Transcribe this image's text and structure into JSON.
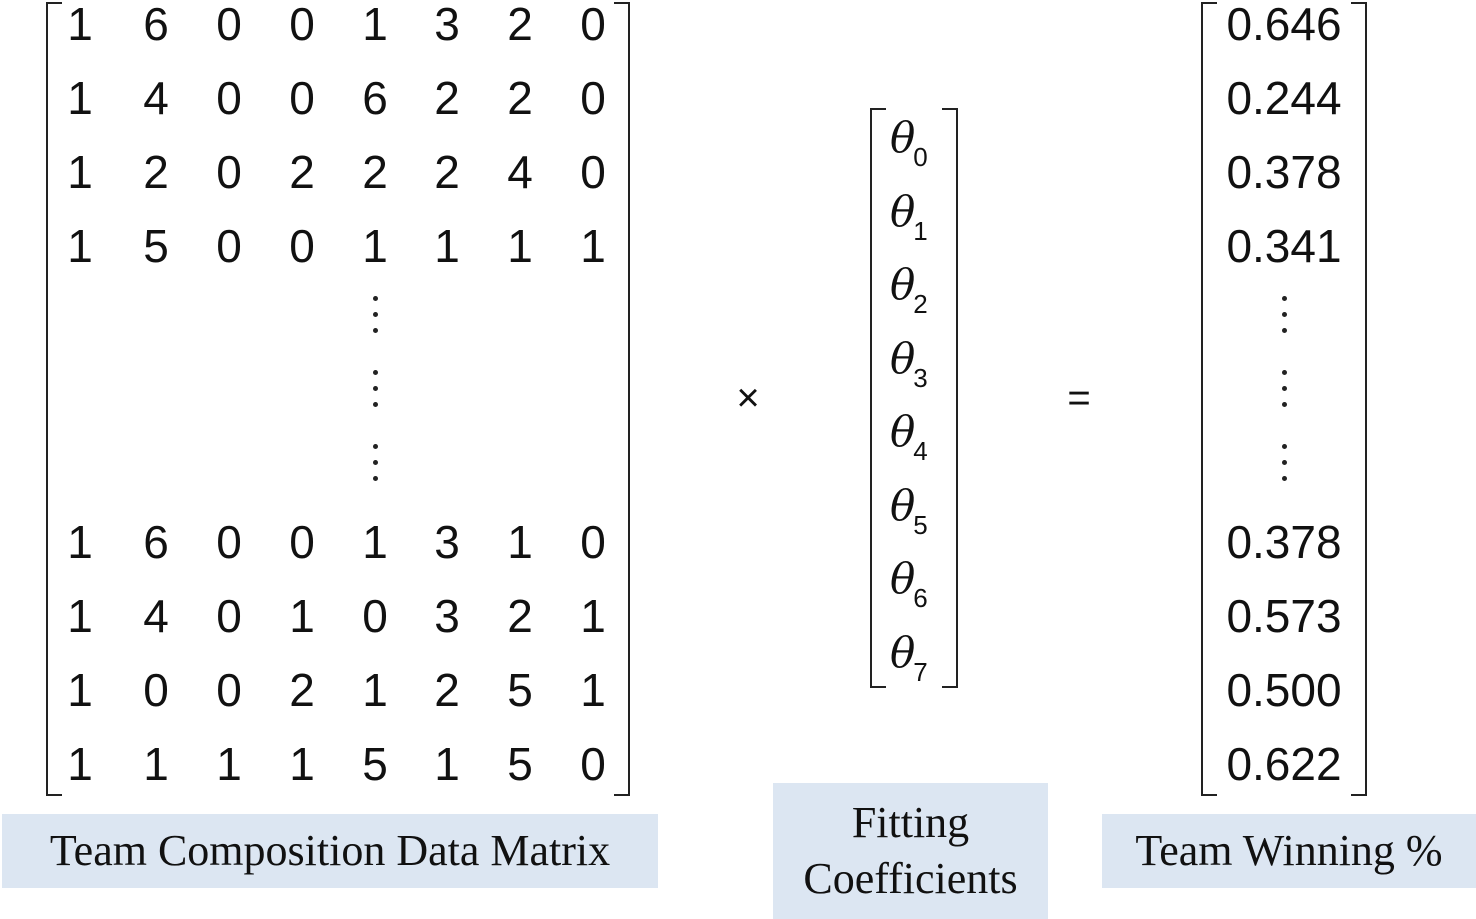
{
  "data_matrix": {
    "top_rows": [
      [
        "1",
        "6",
        "0",
        "0",
        "1",
        "3",
        "2",
        "0"
      ],
      [
        "1",
        "4",
        "0",
        "0",
        "6",
        "2",
        "2",
        "0"
      ],
      [
        "1",
        "2",
        "0",
        "2",
        "2",
        "2",
        "4",
        "0"
      ],
      [
        "1",
        "5",
        "0",
        "0",
        "1",
        "1",
        "1",
        "1"
      ]
    ],
    "bottom_rows": [
      [
        "1",
        "6",
        "0",
        "0",
        "1",
        "3",
        "1",
        "0"
      ],
      [
        "1",
        "4",
        "0",
        "1",
        "0",
        "3",
        "2",
        "1"
      ],
      [
        "1",
        "0",
        "0",
        "2",
        "1",
        "2",
        "5",
        "1"
      ],
      [
        "1",
        "1",
        "1",
        "1",
        "5",
        "1",
        "5",
        "0"
      ]
    ]
  },
  "coefficients": {
    "symbol": "θ",
    "subscripts": [
      "0",
      "1",
      "2",
      "3",
      "4",
      "5",
      "6",
      "7"
    ]
  },
  "winning_vector": {
    "top_values": [
      "0.646",
      "0.244",
      "0.378",
      "0.341"
    ],
    "bottom_values": [
      "0.378",
      "0.573",
      "0.500",
      "0.622"
    ]
  },
  "operators": {
    "multiply": "×",
    "equals": "="
  },
  "captions": {
    "data_matrix": "Team Composition Data Matrix",
    "coefficients_line1": "Fitting",
    "coefficients_line2": "Coefficients",
    "winning": "Team Winning %"
  },
  "colors": {
    "caption_background": "#dce6f2",
    "text": "#111111"
  }
}
